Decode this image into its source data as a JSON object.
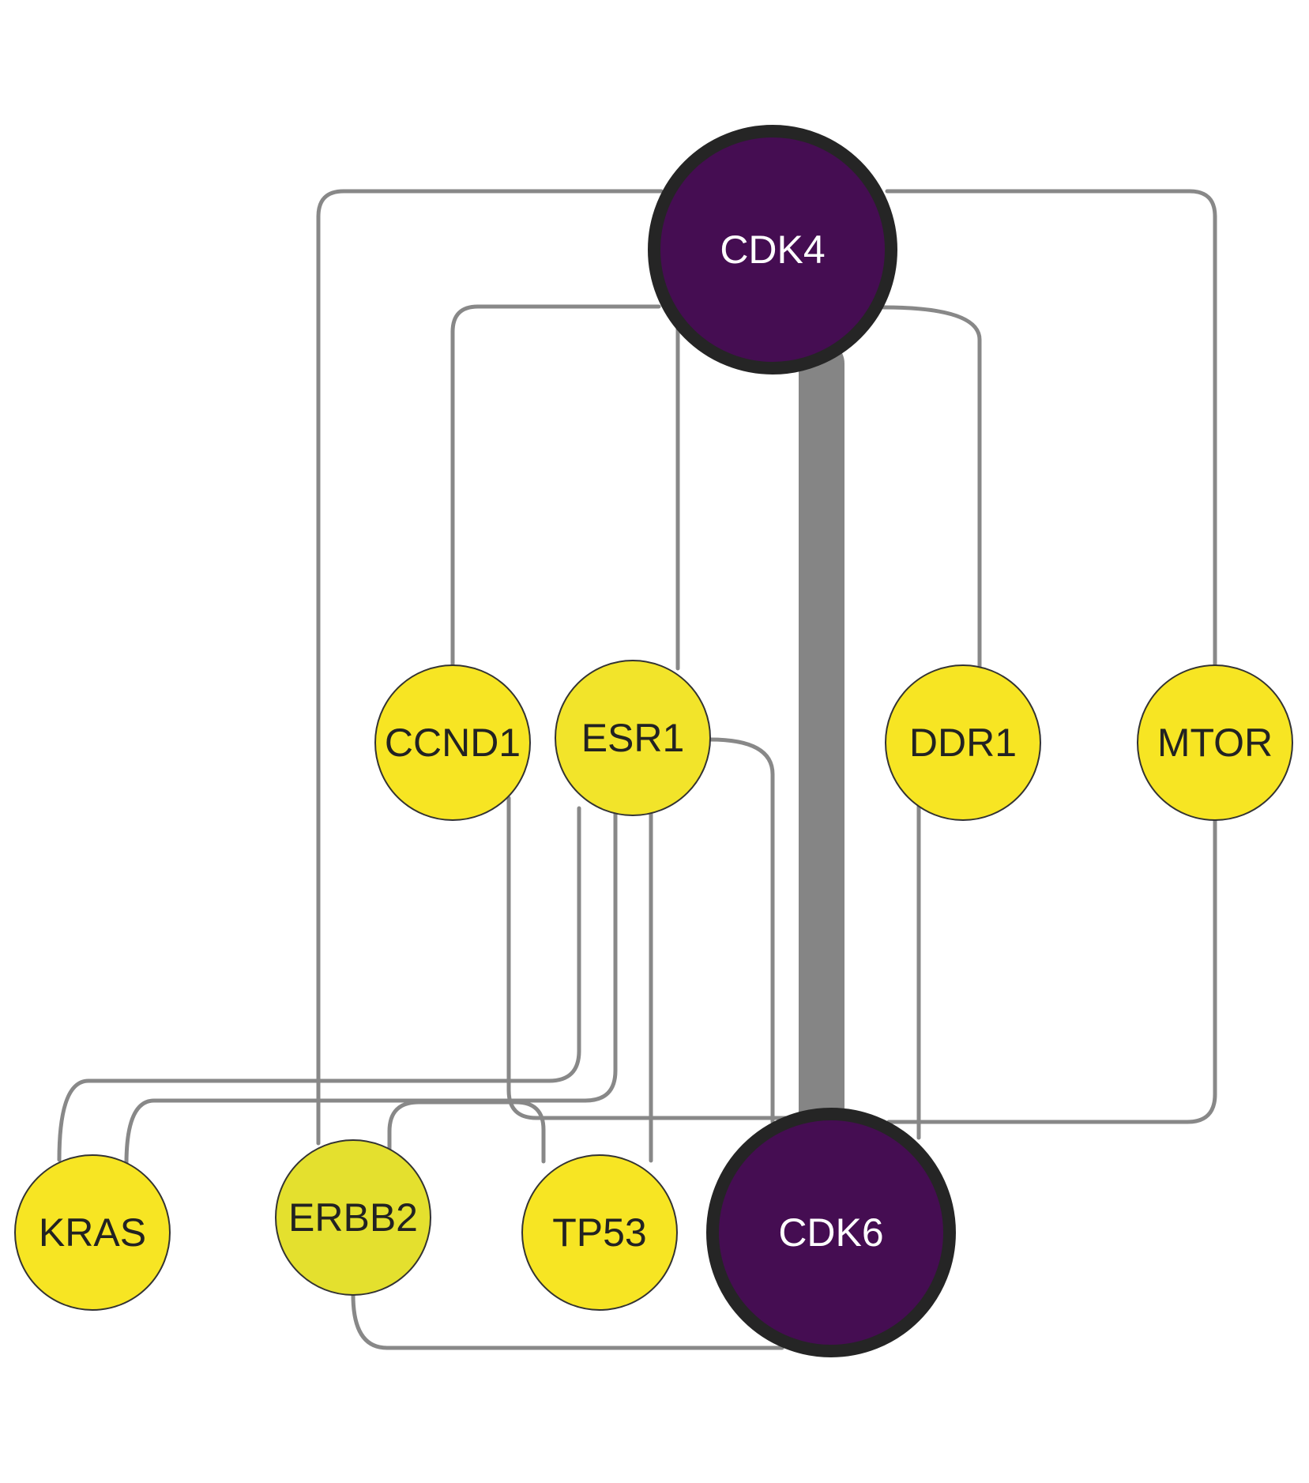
{
  "network": {
    "nodes": [
      {
        "id": "CDK4",
        "label": "CDK4",
        "fill": "#450d52",
        "text_color": "#ffffff",
        "border": "#252525",
        "hub": true
      },
      {
        "id": "CDK6",
        "label": "CDK6",
        "fill": "#450d52",
        "text_color": "#ffffff",
        "border": "#252525",
        "hub": true
      },
      {
        "id": "CCND1",
        "label": "CCND1",
        "fill": "#f7e523",
        "text_color": "#222222",
        "border": "#333333",
        "hub": false
      },
      {
        "id": "ESR1",
        "label": "ESR1",
        "fill": "#f2e42a",
        "text_color": "#222222",
        "border": "#333333",
        "hub": false
      },
      {
        "id": "DDR1",
        "label": "DDR1",
        "fill": "#f7e523",
        "text_color": "#222222",
        "border": "#333333",
        "hub": false
      },
      {
        "id": "MTOR",
        "label": "MTOR",
        "fill": "#f7e523",
        "text_color": "#222222",
        "border": "#333333",
        "hub": false
      },
      {
        "id": "KRAS",
        "label": "KRAS",
        "fill": "#f7e523",
        "text_color": "#222222",
        "border": "#333333",
        "hub": false
      },
      {
        "id": "ERBB2",
        "label": "ERBB2",
        "fill": "#e4e02e",
        "text_color": "#222222",
        "border": "#333333",
        "hub": false
      },
      {
        "id": "TP53",
        "label": "TP53",
        "fill": "#f7e523",
        "text_color": "#222222",
        "border": "#333333",
        "hub": false
      }
    ],
    "edges": [
      {
        "source": "CDK4",
        "target": "CDK6",
        "weight": "heavy"
      },
      {
        "source": "CDK4",
        "target": "ERBB2",
        "weight": "normal"
      },
      {
        "source": "CDK4",
        "target": "MTOR",
        "weight": "normal"
      },
      {
        "source": "CDK4",
        "target": "CCND1",
        "weight": "normal"
      },
      {
        "source": "CDK4",
        "target": "ESR1",
        "weight": "normal"
      },
      {
        "source": "CDK4",
        "target": "DDR1",
        "weight": "normal"
      },
      {
        "source": "CCND1",
        "target": "TP53",
        "weight": "normal"
      },
      {
        "source": "ESR1",
        "target": "CDK6",
        "weight": "normal"
      },
      {
        "source": "ESR1",
        "target": "KRAS",
        "weight": "normal"
      },
      {
        "source": "ESR1",
        "target": "ERBB2",
        "weight": "normal"
      },
      {
        "source": "ESR1",
        "target": "TP53",
        "weight": "normal"
      },
      {
        "source": "DDR1",
        "target": "CDK6",
        "weight": "normal"
      },
      {
        "source": "MTOR",
        "target": "CDK6",
        "weight": "normal"
      },
      {
        "source": "ERBB2",
        "target": "CDK6",
        "weight": "normal"
      }
    ]
  }
}
